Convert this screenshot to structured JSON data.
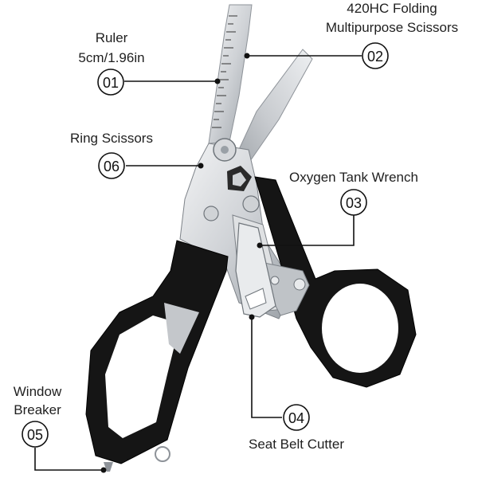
{
  "callouts": {
    "c01": {
      "number": "01",
      "line1": "Ruler",
      "line2": "5cm/1.96in"
    },
    "c02": {
      "number": "02",
      "line1": "420HC Folding",
      "line2": "Multipurpose Scissors"
    },
    "c03": {
      "number": "03",
      "line1": "Oxygen Tank Wrench"
    },
    "c04": {
      "number": "04",
      "line1": "Seat Belt Cutter"
    },
    "c05": {
      "number": "05",
      "line1": "Window",
      "line2": "Breaker"
    },
    "c06": {
      "number": "06",
      "line1": "Ring Scissors"
    }
  },
  "colors": {
    "handle": "#151515",
    "steel_light": "#e4e6e8",
    "steel_mid": "#c4c7cb",
    "steel_dark": "#8e9399",
    "text": "#1f1f1f"
  }
}
